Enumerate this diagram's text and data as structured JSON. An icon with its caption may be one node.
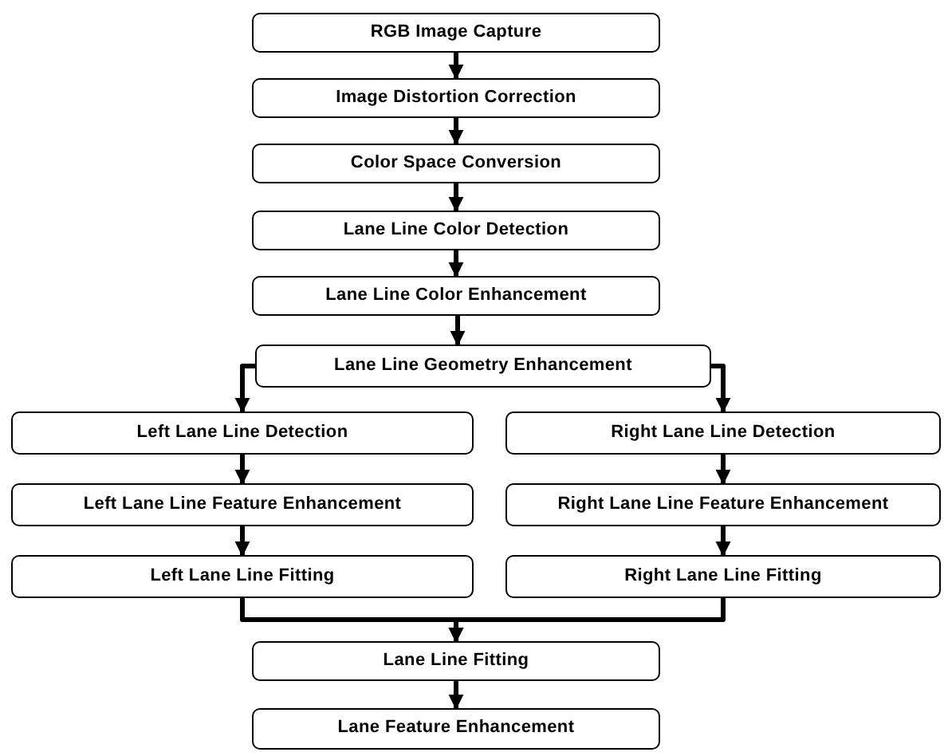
{
  "diagram": {
    "nodes": [
      {
        "text": [
          "RGB Image Capture"
        ]
      },
      {
        "text": [
          "Image Distortion Correction"
        ]
      },
      {
        "text": [
          "Color Space Conversion"
        ]
      },
      {
        "text": [
          "Lane Line Color Detection"
        ]
      },
      {
        "text": [
          "Lane Line Color Enhancement"
        ]
      },
      {
        "text": [
          "Lane Line Geometry Enhancement"
        ]
      },
      {
        "text": [
          "Left Lane Line Detection"
        ]
      },
      {
        "text": [
          "Right Lane Line Detection"
        ]
      },
      {
        "text": [
          "Left Lane Line Feature Enhancement"
        ]
      },
      {
        "text": [
          "Right Lane Line Feature Enhancement"
        ]
      },
      {
        "text": [
          "Left Lane Line Fitting"
        ]
      },
      {
        "text": [
          "Right Lane Line Fitting"
        ]
      },
      {
        "text": [
          "Lane Line Fitting"
        ]
      },
      {
        "text": [
          "Lane Feature Enhancement"
        ]
      }
    ],
    "edges": [
      {
        "from": 0,
        "to": 1,
        "arrow": "to"
      },
      {
        "from": 1,
        "to": 2,
        "arrow": "to"
      },
      {
        "from": 2,
        "to": 3,
        "arrow": "to"
      },
      {
        "from": 3,
        "to": 4,
        "arrow": "to"
      },
      {
        "from": 4,
        "to": 5,
        "arrow": "to"
      },
      {
        "from": 5,
        "to": 6,
        "arrow": "to"
      },
      {
        "from": 5,
        "to": 7,
        "arrow": "to"
      },
      {
        "from": 6,
        "to": 8,
        "arrow": "to"
      },
      {
        "from": 8,
        "to": 10,
        "arrow": "to"
      },
      {
        "from": 7,
        "to": 9,
        "arrow": "to"
      },
      {
        "from": 9,
        "to": 11,
        "arrow": "to"
      },
      {
        "from": 10,
        "to": 12,
        "arrow": "to"
      },
      {
        "from": 11,
        "to": 12,
        "arrow": "to"
      },
      {
        "from": 12,
        "to": 13,
        "arrow": "to"
      }
    ]
  }
}
